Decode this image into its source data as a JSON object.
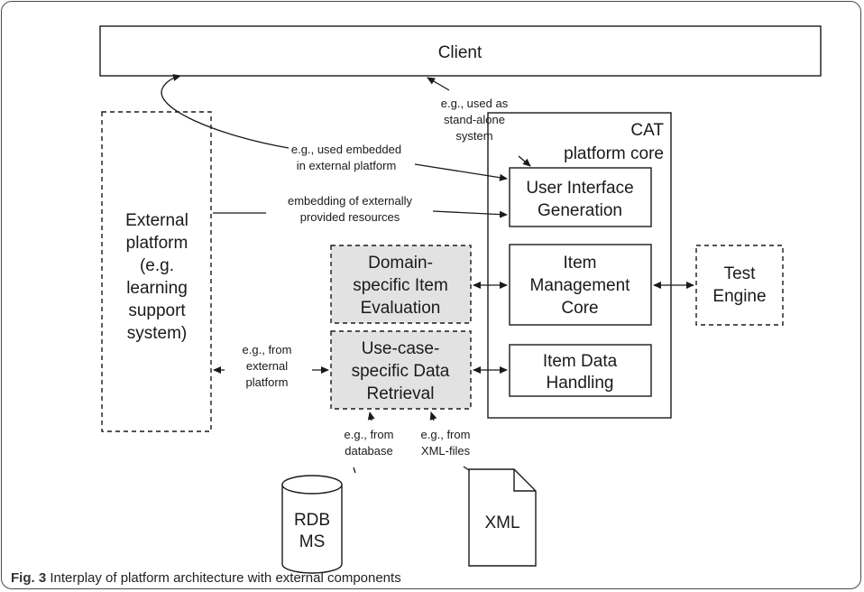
{
  "diagram": {
    "client": "Client",
    "core": {
      "line1": "CAT",
      "line2": "platform core"
    },
    "ui_gen": [
      "User Interface",
      "Generation"
    ],
    "item_mgmt": [
      "Item",
      "Management",
      "Core"
    ],
    "item_data": [
      "Item Data",
      "Handling"
    ],
    "test_engine": [
      "Test",
      "Engine"
    ],
    "domain_eval": [
      "Domain-",
      "specific Item",
      "Evaluation"
    ],
    "data_retrieval": [
      "Use-case-",
      "specific Data",
      "Retrieval"
    ],
    "external": [
      "External",
      "platform",
      "(e.g.",
      "learning",
      "support",
      "system)"
    ],
    "rdbms": [
      "RDB",
      "MS"
    ],
    "xml": "XML",
    "edges": {
      "standalone": [
        "e.g., used as",
        "stand-alone",
        "system"
      ],
      "embedded": [
        "e.g., used embedded",
        "in external platform"
      ],
      "resources": [
        "embedding of externally",
        "provided resources"
      ],
      "from_external": [
        "e.g., from",
        "external",
        "platform"
      ],
      "from_db": [
        "e.g., from",
        "database"
      ],
      "from_xml": [
        "e.g., from",
        "XML-files"
      ]
    }
  },
  "caption": {
    "prefix": "Fig. 3",
    "text": " Interplay of platform architecture with external components"
  },
  "colors": {
    "line": "#1a1a1a",
    "shaded_fill": "#e2e2e2",
    "frame": "#4a4a4a"
  }
}
